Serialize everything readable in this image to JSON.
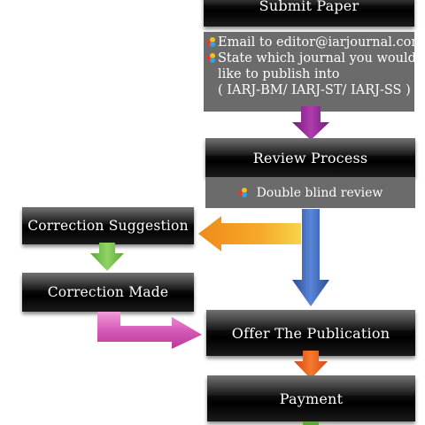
{
  "submit": {
    "title": "Submit Paper",
    "line1": "Email to editor@iarjournal.com",
    "line2": "State which journal you would",
    "line3": "like to publish into",
    "line4": "( IARJ-BM/ IARJ-ST/ IARJ-SS )"
  },
  "review": {
    "title": "Review Process",
    "detail": "Double blind review"
  },
  "correction_suggestion": "Correction Suggestion",
  "correction_made": "Correction Made",
  "offer": "Offer The Publication",
  "payment": "Payment",
  "colors": {
    "purple_arrow": "#8e2a8e",
    "orange_arrow": "#f39a1e",
    "blue_arrow": "#3a64b8",
    "green_arrow": "#6cc04a",
    "pink_arrow": "#e070c0",
    "red_arrow": "#e85a1e"
  }
}
